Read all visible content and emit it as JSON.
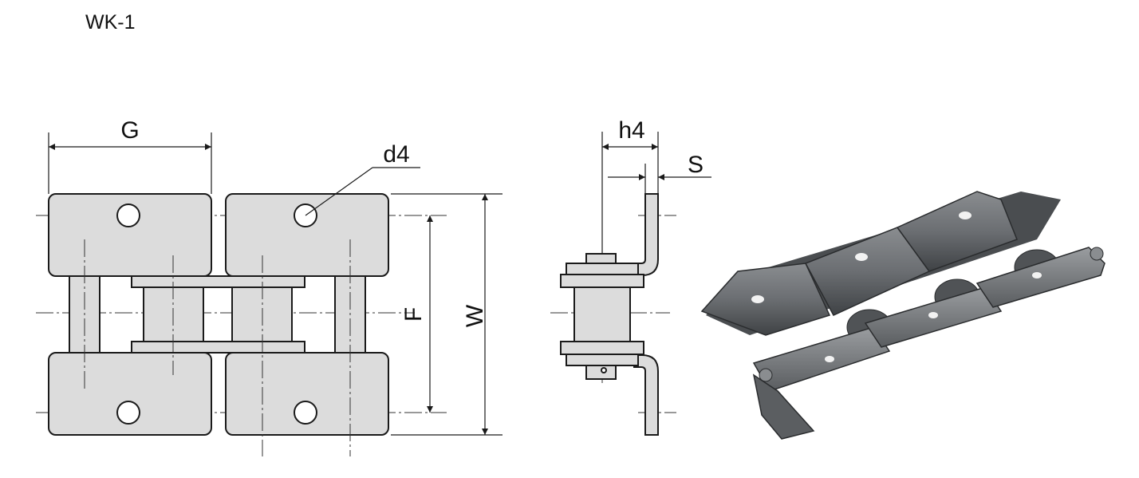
{
  "title": "WK-1",
  "labels": {
    "G": "G",
    "d4": "d4",
    "F": "F",
    "W": "W",
    "h4": "h4",
    "S": "S"
  },
  "colors": {
    "part_fill": "#dcdcdc",
    "outline": "#1a1a1a",
    "background": "#ffffff"
  }
}
